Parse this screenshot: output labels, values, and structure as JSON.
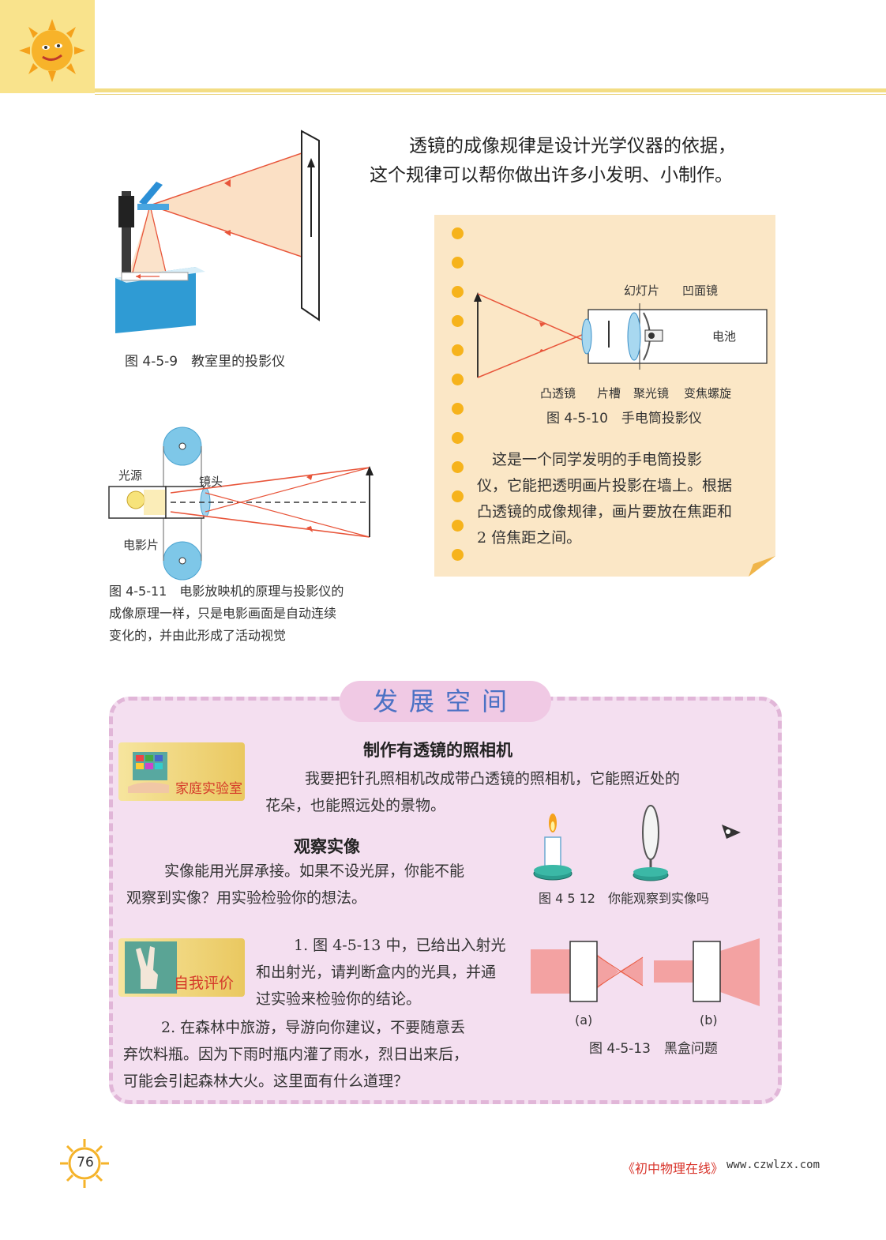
{
  "intro": {
    "line1": "透镜的成像规律是设计光学仪器的依据，",
    "line2": "这个规律可以帮你做出许多小发明、小制作。"
  },
  "fig459": {
    "caption": "图 4-5-9　教室里的投影仪"
  },
  "fig4510": {
    "labels": {
      "slide": "幻灯片",
      "concave_mirror": "凹面镜",
      "battery": "电池",
      "convex_lens": "凸透镜",
      "slot": "片槽",
      "condenser": "聚光镜",
      "focus_screw": "变焦螺旋"
    },
    "caption": "图 4-5-10　手电筒投影仪",
    "note_lines": [
      "　这是一个同学发明的手电筒投影",
      "仪，它能把透明画片投影在墙上。根据",
      "凸透镜的成像规律，画片要放在焦距和",
      "2 倍焦距之间。"
    ]
  },
  "fig4511": {
    "labels": {
      "light_source": "光源",
      "lens": "镜头",
      "film": "电影片"
    },
    "caption_lines": [
      "图 4-5-11　电影放映机的原理与投影仪的",
      "成像原理一样，只是电影画面是自动连续",
      "变化的，并由此形成了活动视觉"
    ]
  },
  "development": {
    "title": "发展空间",
    "home_lab": {
      "badge": "家庭实验室",
      "heading": "制作有透镜的照相机",
      "lines": [
        "我要把针孔照相机改成带凸透镜的照相机，它能照近处的",
        "花朵，也能照远处的景物。"
      ]
    },
    "observe": {
      "heading": "观察实像",
      "lines": [
        "实像能用光屏承接。如果不设光屏，你能不能",
        "观察到实像？用实验检验你的想法。"
      ],
      "fig_caption": "图 4 5 12　你能观察到实像吗"
    },
    "self_eval": {
      "badge": "自我评价",
      "q1_lines": [
        "1. 图 4-5-13 中，已给出入射光",
        "和出射光，请判断盒内的光具，并通",
        "过实验来检验你的结论。"
      ],
      "q2_lines": [
        "2. 在森林中旅游，导游向你建议，不要随意丢",
        "弃饮料瓶。因为下雨时瓶内灌了雨水，烈日出来后，",
        "可能会引起森林大火。这里面有什么道理？"
      ],
      "fig_a": "(a)",
      "fig_b": "(b)",
      "fig_caption": "图 4-5-13　黑盒问题"
    }
  },
  "footer": {
    "page_number": "76",
    "source_name": "《初中物理在线》",
    "source_url": "www.czwlzx.com"
  },
  "colors": {
    "header": "#f9e38c",
    "note": "#fbe7c6",
    "panel": "#f4dff0",
    "accent_blue": "#4b71c4",
    "ray": "#e8553a",
    "footer_red": "#d8332a"
  }
}
